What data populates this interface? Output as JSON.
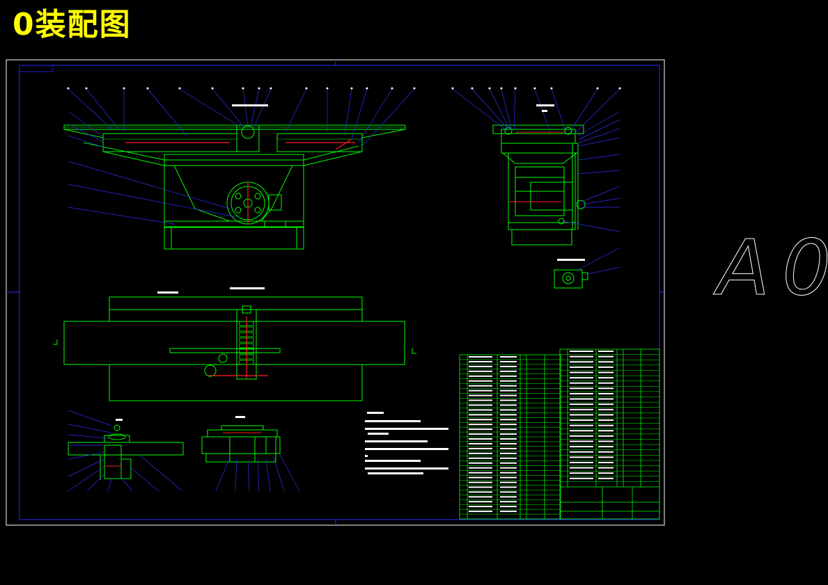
{
  "title": "0装配图",
  "sheet_size_label": "A0",
  "colors": {
    "background": "#000000",
    "title": "#ffff00",
    "frame": "#ffffff",
    "border": "#0000ff",
    "geometry": "#00ff00",
    "leader": "#3030ff",
    "highlight": "#ff2020",
    "annotation": "#ffffff"
  },
  "views": [
    "front-view",
    "side-view-section-a-a",
    "detail-view",
    "top-view",
    "section-view-lower-left",
    "section-view-c-c"
  ],
  "parts_table": {
    "visible_rows": 34
  },
  "technical_requirements": {
    "item_count": 6
  }
}
